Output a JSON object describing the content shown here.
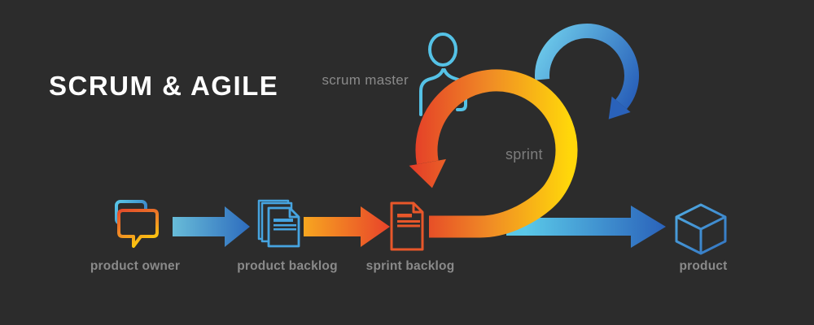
{
  "title": "SCRUM & AGILE",
  "nodes": {
    "scrum_master": "scrum master",
    "sprint": "sprint",
    "product_owner": "product owner",
    "product_backlog": "product backlog",
    "sprint_backlog": "sprint backlog",
    "product": "product"
  },
  "flow_order": "product owner → product backlog → sprint backlog → sprint loop → product",
  "colors": {
    "background": "#2c2c2c",
    "title": "#ffffff",
    "label": "#8a8a8a",
    "label_dim": "#7d7d7d",
    "flame_red": "#e43d28",
    "flame_orange": "#f08c25",
    "flame_yellow": "#ffd70a",
    "sky_light": "#72d2ee",
    "sky_mid": "#5ac8e8",
    "blue_dark": "#2a62ba",
    "arrow_blue_light": "#68bcd8",
    "arrow_blue_dark": "#2d6cbe",
    "arrow_orange_light": "#f7a620",
    "arrow_orange_red": "#e8432a",
    "person": "#55c2e6",
    "doc_blue": "#46a4e0",
    "doc_orange": "#e8572a",
    "cube_light": "#4fa8e0",
    "cube_dark": "#3578c4",
    "bubble_red": "#e2452b",
    "bubble_yellow": "#ffd40a"
  }
}
